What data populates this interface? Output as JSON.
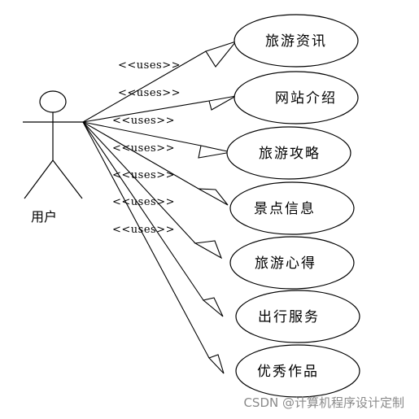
{
  "diagram": {
    "actor": {
      "label": "用户"
    },
    "relation_label": "<<uses>>",
    "use_cases": [
      {
        "label": "旅游资讯"
      },
      {
        "label": "网站介绍"
      },
      {
        "label": "旅游攻略"
      },
      {
        "label": "景点信息"
      },
      {
        "label": "旅游心得"
      },
      {
        "label": "出行服务"
      },
      {
        "label": "优秀作品"
      }
    ]
  },
  "watermark": "CSDN @计算机程序设计定制"
}
